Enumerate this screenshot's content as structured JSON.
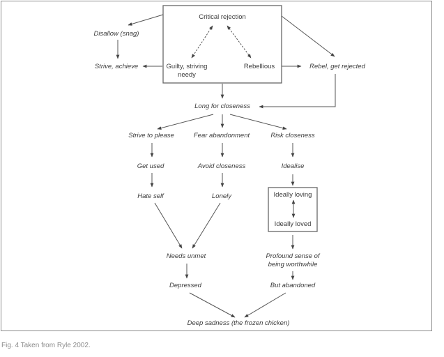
{
  "figure": {
    "caption": "Fig. 4 Taken from Ryle 2002."
  },
  "nodes": {
    "critical_rejection": "Critical rejection",
    "guilty_line1": "Guilty, striving",
    "guilty_line2": "needy",
    "rebellious": "Rebellious",
    "disallow": "Disallow (snag)",
    "strive_achieve": "Strive, achieve",
    "rebel_rejected": "Rebel, get rejected",
    "long_closeness": "Long for closeness",
    "strive_please": "Strive to please",
    "fear_abandonment": "Fear abandonment",
    "risk_closeness": "Risk closeness",
    "get_used": "Get used",
    "avoid_closeness": "Avoid closeness",
    "idealise": "Idealise",
    "hate_self": "Hate self",
    "lonely": "Lonely",
    "ideally_loving": "Ideally loving",
    "ideally_loved": "Ideally loved",
    "needs_unmet": "Needs unmet",
    "profound_line1": "Profound sense of",
    "profound_line2": "being worthwhile",
    "depressed": "Depressed",
    "but_abandoned": "But abandoned",
    "deep_sadness": "Deep sadness (the frozen chicken)"
  }
}
